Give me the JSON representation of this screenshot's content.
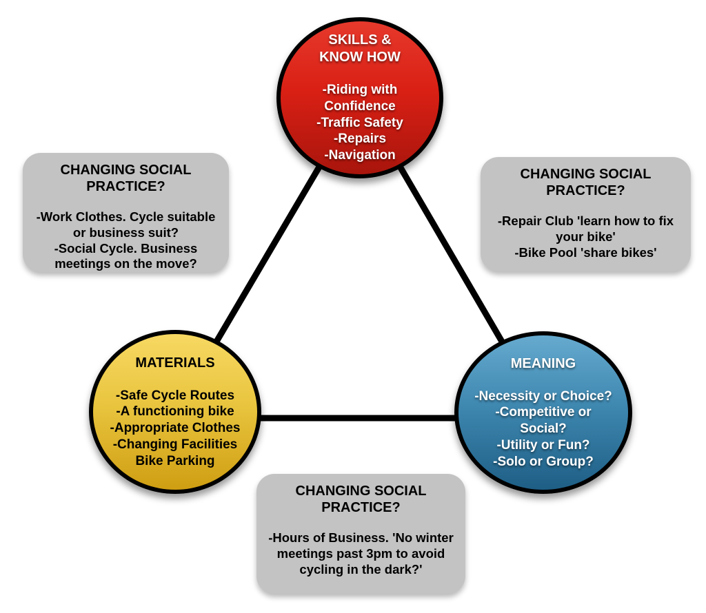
{
  "colors": {
    "background": "#ffffff",
    "edge_line": "#000000",
    "note_fill": "#c3c3c3",
    "note_text": "#000000"
  },
  "circles": {
    "skills": {
      "title": "SKILLS &\nKNOW HOW",
      "body": "-Riding with\nConfidence\n-Traffic Safety\n-Repairs\n-Navigation",
      "fill": {
        "top": "#e6392c",
        "mid": "#da2015",
        "bottom": "#a8150c"
      },
      "text_color": "#ffffff"
    },
    "materials": {
      "title": "MATERIALS",
      "body": "-Safe Cycle Routes\n-A functioning bike\n-Appropriate Clothes\n-Changing Facilities\nBike Parking",
      "fill": {
        "top": "#f7d862",
        "mid": "#e9c53f",
        "bottom": "#cf9e12"
      },
      "text_color": "#000000"
    },
    "meaning": {
      "title": "MEANING",
      "body": "-Necessity or Choice?\n-Competitive or\nSocial?\n-Utility or Fun?\n-Solo or Group?",
      "fill": {
        "top": "#66aacf",
        "mid": "#3f88b0",
        "bottom": "#1e5e85"
      },
      "text_color": "#ffffff"
    }
  },
  "notes": {
    "left": {
      "title": "CHANGING SOCIAL\nPRACTICE?",
      "body": "-Work Clothes. Cycle suitable\nor business suit?\n-Social Cycle. Business\nmeetings on the move?"
    },
    "right": {
      "title": "CHANGING SOCIAL\nPRACTICE?",
      "body": "-Repair Club 'learn how to fix\nyour bike'\n-Bike Pool 'share bikes'"
    },
    "bottom": {
      "title": "CHANGING SOCIAL\nPRACTICE?",
      "body": "-Hours of Business. 'No winter\nmeetings past 3pm to avoid\ncycling in the dark?'"
    }
  }
}
